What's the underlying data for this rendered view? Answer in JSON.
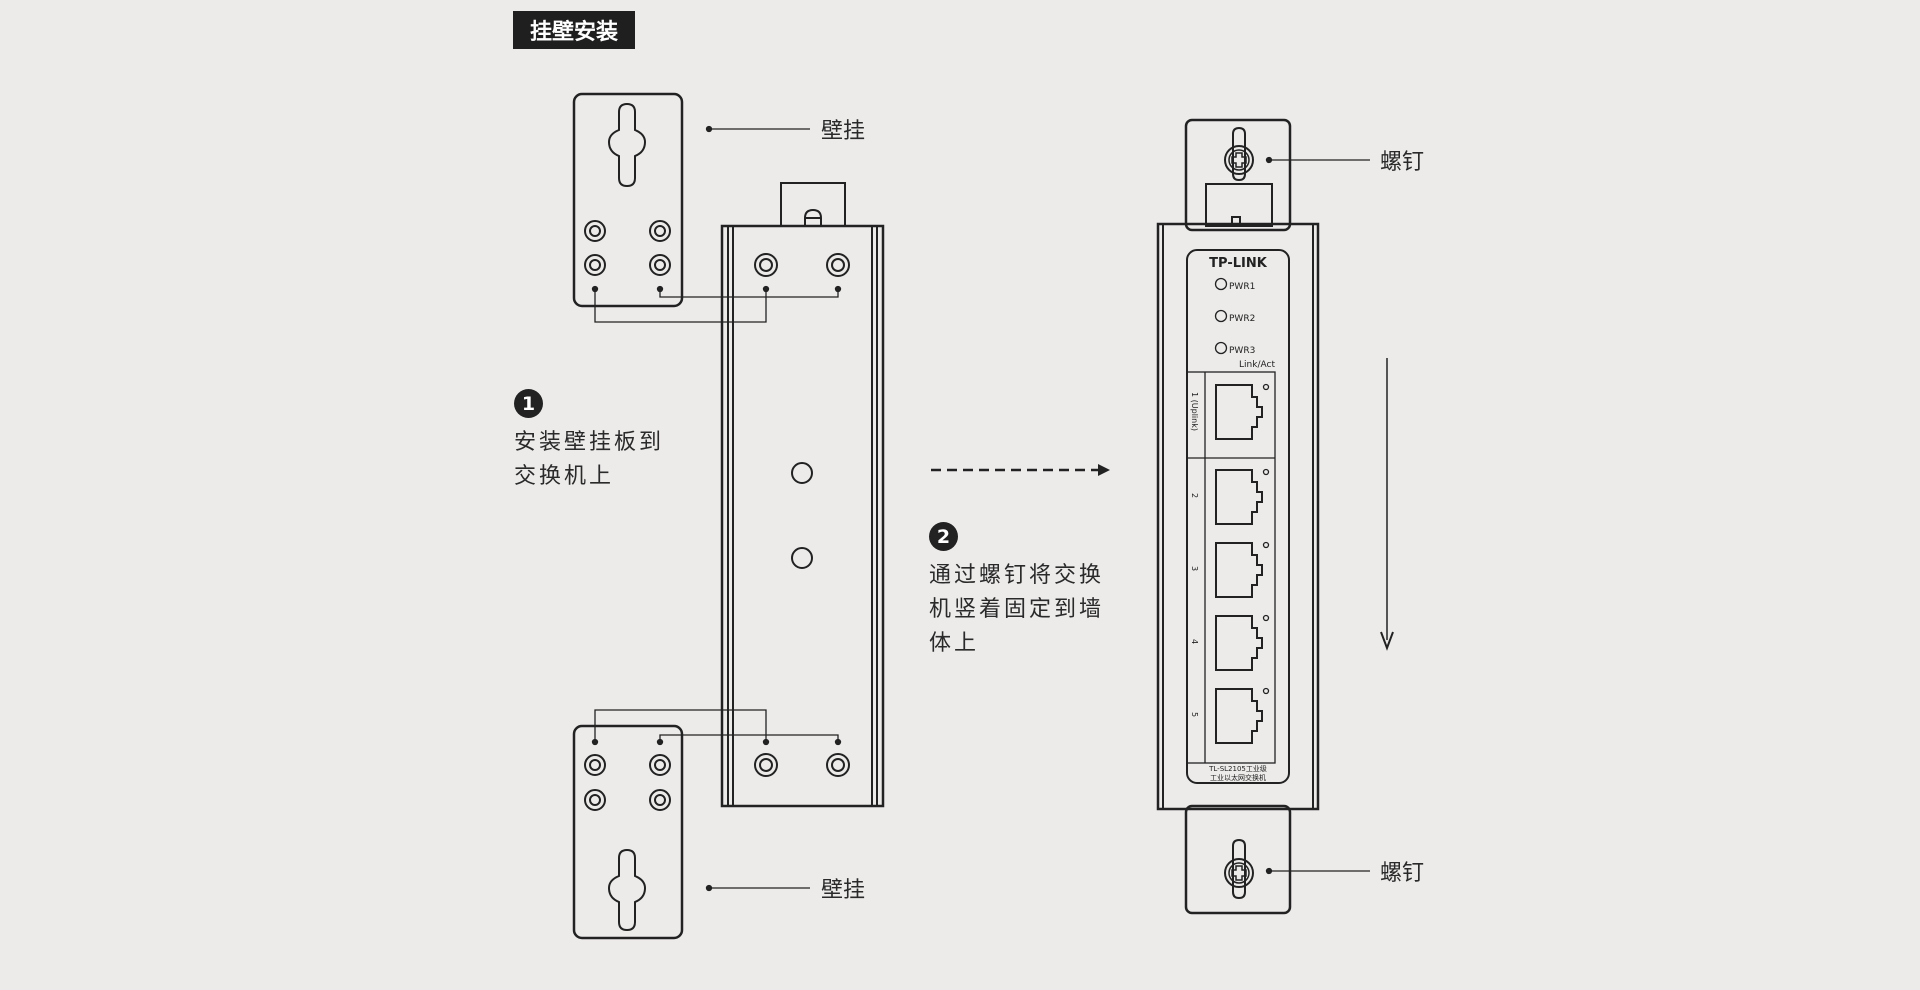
{
  "title": "挂壁安装",
  "callouts": {
    "wall_mount_top": "壁挂",
    "wall_mount_bottom": "壁挂",
    "screw_top": "螺钉",
    "screw_bottom": "螺钉"
  },
  "steps": [
    {
      "number": "1",
      "line1": "安装壁挂板到",
      "line2": "交换机上"
    },
    {
      "number": "2",
      "line1": "通过螺钉将交换",
      "line2": "机竖着固定到墙",
      "line3": "体上"
    }
  ],
  "device": {
    "brand": "TP-LINK",
    "leds": [
      "PWR1",
      "PWR2",
      "PWR3"
    ],
    "link_label": "Link/Act",
    "ports": [
      "1 (Uplink)",
      "2",
      "3",
      "4",
      "5"
    ],
    "model_line1": "TL-SL2105工业级",
    "model_line2": "工业以太网交换机"
  },
  "colors": {
    "background": "#ecebea",
    "line": "#222222",
    "title_bg": "#1f1f1f"
  }
}
